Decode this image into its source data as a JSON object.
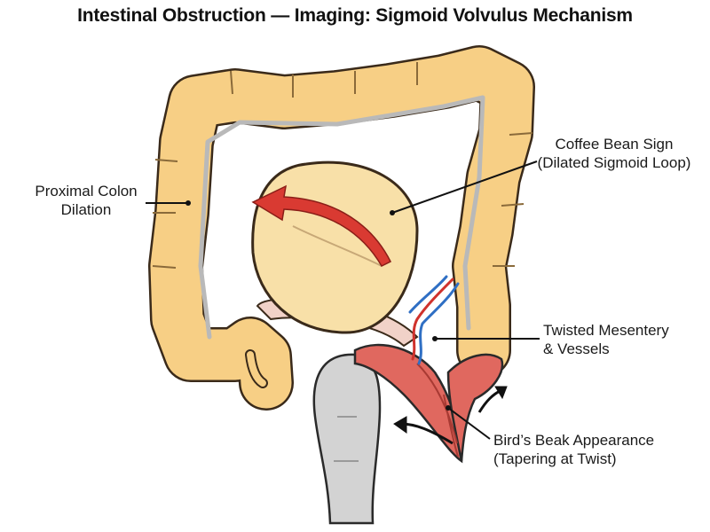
{
  "title": "Intestinal Obstruction — Imaging: Sigmoid Volvulus Mechanism",
  "labels": {
    "proximal_colon": {
      "line1": "Proximal Colon",
      "line2": "Dilation"
    },
    "coffee_bean": {
      "line1": "Coffee Bean Sign",
      "line2": "(Dilated Sigmoid Loop)"
    },
    "twisted_mesentery": {
      "line1": "Twisted Mesentery",
      "line2": "& Vessels"
    },
    "birds_beak": {
      "line1": "Bird’s Beak Appearance",
      "line2": "(Tapering at Twist)"
    }
  },
  "colors": {
    "colon_fill": "#f7cf85",
    "colon_outline": "#3a2a1a",
    "loop_fill": "#f8e0a8",
    "twist_red": "#e0685f",
    "rectum_gray": "#d3d3d3",
    "arrow_red": "#d93a32",
    "artery_red": "#d0322c",
    "vein_blue": "#2f6fc4"
  }
}
